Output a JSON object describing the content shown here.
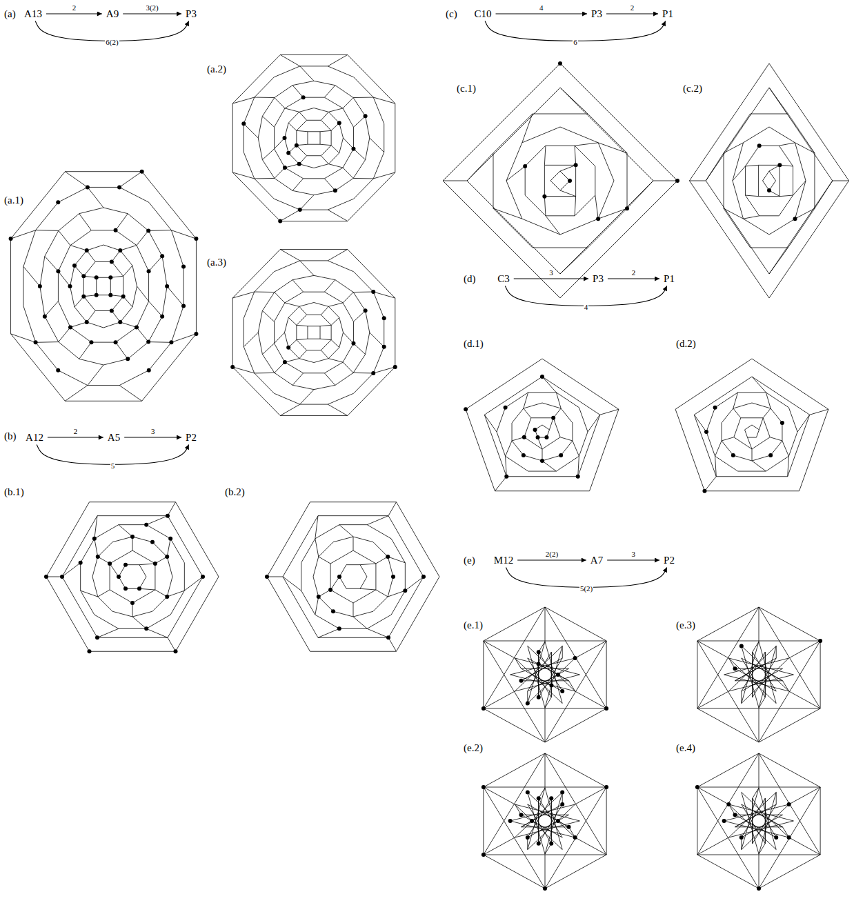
{
  "diagram": {
    "nodes": [
      {
        "text": [
          "A13"
        ]
      },
      {
        "text": [
          "A9"
        ]
      },
      {
        "text": [
          "P3"
        ]
      },
      {
        "text": [
          "A12"
        ]
      },
      {
        "text": [
          "A5"
        ]
      },
      {
        "text": [
          "P2"
        ]
      },
      {
        "text": [
          "C10"
        ]
      },
      {
        "text": [
          "P3"
        ]
      },
      {
        "text": [
          "P1"
        ]
      },
      {
        "text": [
          "C3"
        ]
      },
      {
        "text": [
          "P3"
        ]
      },
      {
        "text": [
          "P1"
        ]
      },
      {
        "text": [
          "M12"
        ]
      },
      {
        "text": [
          "A7"
        ]
      },
      {
        "text": [
          "P2"
        ]
      }
    ],
    "edges": [
      {
        "from": 0,
        "to": 1,
        "arrow": "to",
        "label": "2"
      },
      {
        "from": 1,
        "to": 2,
        "arrow": "to",
        "label": "3(2)"
      },
      {
        "from": 0,
        "to": 2,
        "arrow": "to",
        "label": "6(2)"
      },
      {
        "from": 3,
        "to": 4,
        "arrow": "to",
        "label": "2"
      },
      {
        "from": 4,
        "to": 5,
        "arrow": "to",
        "label": "3"
      },
      {
        "from": 3,
        "to": 5,
        "arrow": "to",
        "label": "5"
      },
      {
        "from": 6,
        "to": 7,
        "arrow": "to",
        "label": "4"
      },
      {
        "from": 7,
        "to": 8,
        "arrow": "to",
        "label": "2"
      },
      {
        "from": 6,
        "to": 8,
        "arrow": "to",
        "label": "6"
      },
      {
        "from": 9,
        "to": 10,
        "arrow": "to",
        "label": "3"
      },
      {
        "from": 10,
        "to": 11,
        "arrow": "to",
        "label": "2"
      },
      {
        "from": 9,
        "to": 11,
        "arrow": "to",
        "label": "4"
      },
      {
        "from": 12,
        "to": 13,
        "arrow": "to",
        "label": "2(2)"
      },
      {
        "from": 13,
        "to": 14,
        "arrow": "to",
        "label": "3"
      },
      {
        "from": 12,
        "to": 14,
        "arrow": "to",
        "label": "5(2)"
      }
    ],
    "labels": [
      "(a)",
      "(a.1)",
      "(a.2)",
      "(a.3)",
      "(b)",
      "(b.1)",
      "(b.2)",
      "(c)",
      "(c.1)",
      "(c.2)",
      "(d)",
      "(d.1)",
      "(d.2)",
      "(e)",
      "(e.1)",
      "(e.2)",
      "(e.3)",
      "(e.4)"
    ]
  }
}
